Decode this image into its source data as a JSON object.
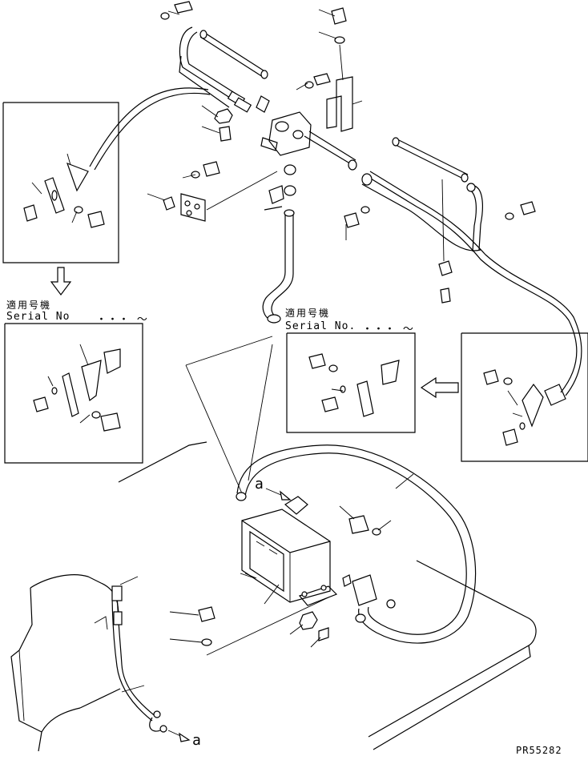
{
  "insets": [
    {
      "title": "適用号機",
      "serial": "Serial No",
      "range": "・・・ ～"
    },
    {
      "title": "適用号機",
      "serial": "Serial No.",
      "range": "・・・ ～"
    }
  ],
  "callouts": {
    "detail_a_1": "a",
    "detail_a_2": "a"
  },
  "drawing_code": "PR55282"
}
